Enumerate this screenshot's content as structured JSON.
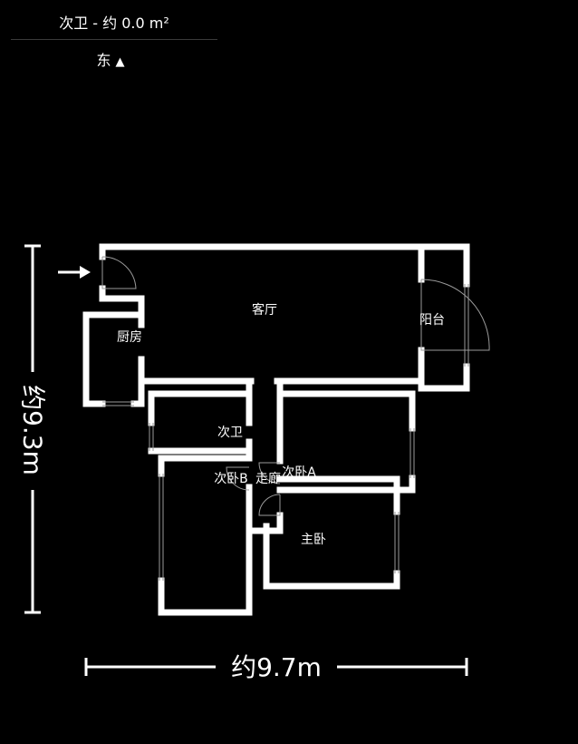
{
  "header": {
    "room_title": "次卫 - 约 0.0 m²",
    "compass_label": "东",
    "compass_icon": "triangle-up-icon"
  },
  "plan": {
    "rooms": {
      "living_room": "客厅",
      "kitchen": "厨房",
      "balcony": "阳台",
      "second_bathroom": "次卫",
      "second_bedroom_b": "次卧B",
      "corridor": "走廊",
      "second_bedroom_a": "次卧A",
      "master_bedroom": "主卧"
    },
    "dimensions": {
      "width": "约9.7m",
      "height": "约9.3m"
    },
    "entrance_icon": "arrow-right-icon"
  }
}
